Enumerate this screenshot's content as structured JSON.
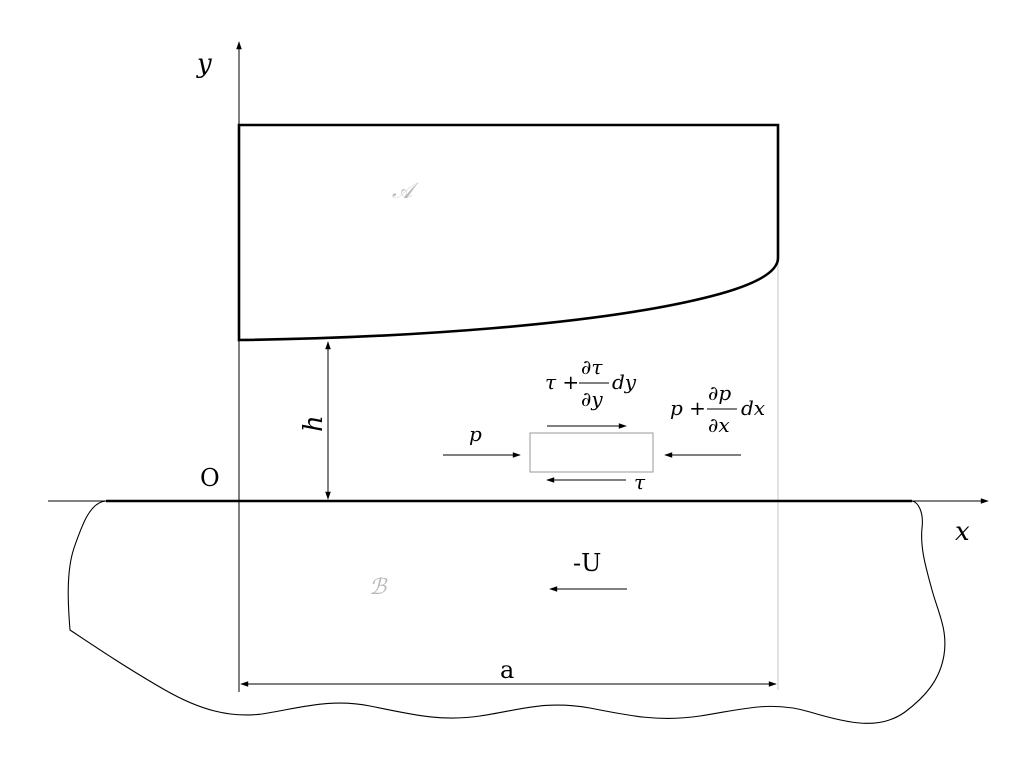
{
  "axes": {
    "x_label": "x",
    "y_label": "y",
    "origin_label": "O"
  },
  "regions": {
    "upper_body_label": "𝒜",
    "lower_body_label": "ℬ"
  },
  "dimensions": {
    "gap_label": "h",
    "length_label": "a"
  },
  "velocity": {
    "label": "-U"
  },
  "element_forces": {
    "left_pressure": "p",
    "right_pressure_term": "p +",
    "right_pressure_num": "∂p",
    "right_pressure_den": "∂x",
    "right_pressure_tail": "dx",
    "top_shear_term": "τ +",
    "top_shear_num": "∂τ",
    "top_shear_den": "∂y",
    "top_shear_tail": "dy",
    "bottom_shear": "τ"
  }
}
